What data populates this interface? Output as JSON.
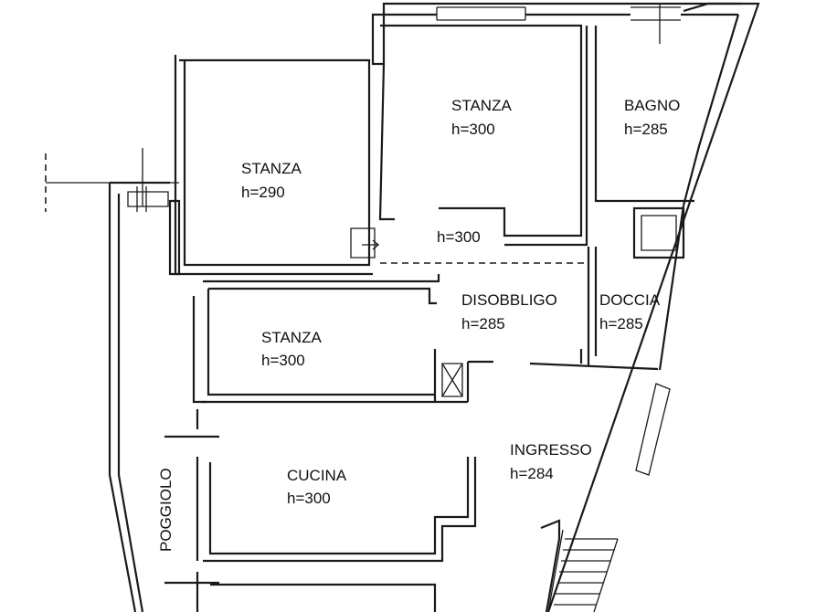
{
  "rooms": [
    {
      "name": "STANZA",
      "height": "h=290"
    },
    {
      "name": "STANZA",
      "height": "h=300"
    },
    {
      "name": "BAGNO",
      "height": "h=285"
    },
    {
      "name": "STANZA",
      "height": "h=300"
    },
    {
      "name": "DISOBBLIGO",
      "height": "h=285"
    },
    {
      "name": "DOCCIA",
      "height": "h=285"
    },
    {
      "name": "CUCINA",
      "height": "h=300"
    },
    {
      "name": "INGRESSO",
      "height": "h=284"
    }
  ],
  "corridor_height": "h=300",
  "balcony_label": "POGGIOLO",
  "colors": {
    "line": "#1a1a1a",
    "background": "#ffffff"
  }
}
